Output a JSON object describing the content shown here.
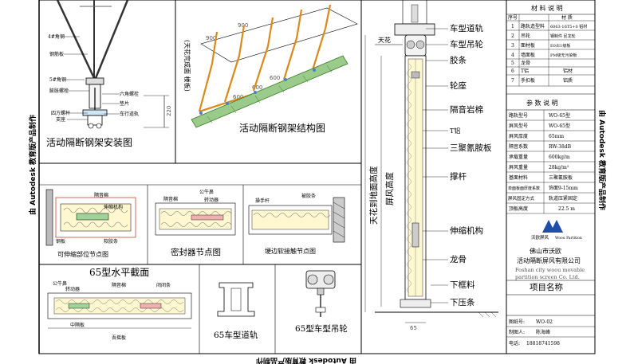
{
  "steel_frame_install": {
    "title": "活动隔断钢架安装图",
    "labels": [
      "4#角钢",
      "钢筋板",
      "5#角钢",
      "膨胀螺栓",
      "六角螺栓",
      "垫片",
      "车行道轨",
      "四方螺杆",
      "支座"
    ],
    "dim_value": "220"
  },
  "frame_structure": {
    "title": "活动隔断钢架结构图",
    "note": "(天花完成面 楼板)",
    "dims": [
      "900",
      "900",
      "600",
      "600",
      "600"
    ]
  },
  "watermark": "由 Autodesk 教育版产品制作",
  "sections": {
    "positioner": {
      "title": "可伸缩部位节点图",
      "labels": [
        "隔音棉",
        "伸缩机构",
        "钢板",
        "软胶条"
      ]
    },
    "seal": {
      "title": "密封器节点图",
      "labels": [
        "隔音棉",
        "公牛鼻",
        "转动器"
      ]
    },
    "soft_edge": {
      "title": "埂边软接触节点图",
      "labels": [
        "操手杆",
        "被胶条"
      ]
    },
    "horizontal_section": {
      "title": "65型水平截面",
      "labels": [
        "公牛鼻",
        "转动器",
        "隔音棉",
        "闭闭条",
        "中隔板",
        "吾摇板"
      ]
    },
    "rail_65": {
      "title": "65车型道轨"
    },
    "trolley_65": {
      "title": "65型车型吊轮"
    }
  },
  "vertical_section": {
    "labels": [
      "车型道轨",
      "车型吊轮",
      "胶条",
      "轮座",
      "隔音岩棉",
      "T铝",
      "三聚氰胺板",
      "撑杆",
      "伸缩机构",
      "龙骨",
      "下框料",
      "下压条"
    ],
    "ceiling_label": "天花",
    "height_labels": [
      "天花到地面高度",
      "屏风高度"
    ],
    "dim_value": "65"
  },
  "materials": {
    "title": "材 料 说 明",
    "headers": [
      "序号",
      "材 质"
    ],
    "rows": [
      {
        "no": "1",
        "name": "路轨造型料",
        "spec": "6063-16T5+0 铝材"
      },
      {
        "no": "2",
        "name": "吊轮",
        "spec": "钢制件 尼龙轮"
      },
      {
        "no": "3",
        "name": "面材板",
        "spec": "E0/E1级板"
      },
      {
        "no": "4",
        "name": "墙面板",
        "spec": "PM级无污染板"
      },
      {
        "no": "5",
        "name": "龙骨",
        "spec": ""
      },
      {
        "no": "6",
        "name": "T铝",
        "spec": "铝材"
      },
      {
        "no": "7",
        "name": "手扣板",
        "spec": "铝质"
      }
    ]
  },
  "params": {
    "title": "参 数 说 明",
    "rows": [
      {
        "k": "路轨型号",
        "v": "WO-65型"
      },
      {
        "k": "屏风型号",
        "v": "WO-65型"
      },
      {
        "k": "屏风厚度",
        "v": "65mm"
      },
      {
        "k": "隔音系数",
        "v": "RW-38dB"
      },
      {
        "k": "承载重量",
        "v": "600kg/m"
      },
      {
        "k": "屏风重量",
        "v": "28kg/m²"
      },
      {
        "k": "基面材料",
        "v": "三聚氰胺板"
      },
      {
        "k": "单面板面厚度系数",
        "v": "饰面9-15mm"
      },
      {
        "k": "屏风固定方式",
        "v": "轨道压紧固定"
      },
      {
        "k": "顶板高度",
        "v": "22.5 m"
      }
    ]
  },
  "company": {
    "brand": "沃欧屏风",
    "brand_sub": "Woou Partition",
    "name_cn_line1": "佛山市沃欧",
    "name_cn_line2": "活动隔断屏风有限公司",
    "name_en_line1": "Foshan city woou movable",
    "name_en_line2": "partition screen Co. Ltd.",
    "project_label": "项目名称"
  },
  "sign": {
    "drawing_no_label": "图纸号:",
    "drawing_no": "WO-02",
    "designer_label": "制图人:",
    "designer": "陈海峰",
    "phone_label": "电话:",
    "phone": "18818741598"
  }
}
